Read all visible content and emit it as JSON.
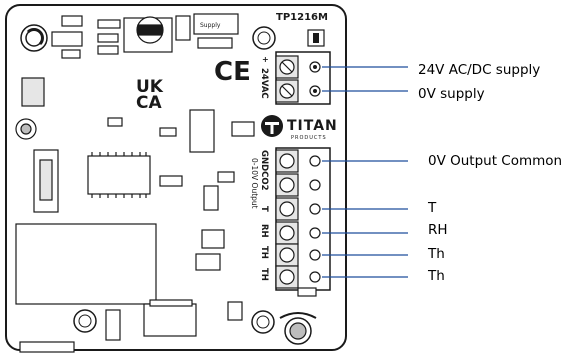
{
  "board": {
    "model": "TP1216M",
    "brand": "TITAN",
    "brand_sub": "PRODUCTS",
    "ce_mark": "CE",
    "ukca_top": "UK",
    "ukca_bottom": "CA",
    "supply_label": "24VAC",
    "supply_plus": "+",
    "supply_minus": "–",
    "output_label_1": "GNDCO2",
    "output_label_2": "0-10V Output",
    "output_minus": "–",
    "output_plus": "+",
    "term_t": "T",
    "term_rh": "RH",
    "term_th_1": "TH",
    "term_th_2": "TH",
    "small_chip_label": "Supply"
  },
  "callouts": [
    {
      "id": "supply-24v",
      "label": "24V AC/DC supply"
    },
    {
      "id": "supply-0v",
      "label": "0V supply"
    },
    {
      "id": "output-common",
      "label": "0V Output Common"
    },
    {
      "id": "out-t",
      "label": "T"
    },
    {
      "id": "out-rh",
      "label": "RH"
    },
    {
      "id": "out-th-1",
      "label": "Th"
    },
    {
      "id": "out-th-2",
      "label": "Th"
    }
  ],
  "colors": {
    "leader_line": "#1f4e9c",
    "outline": "#1a1a1a",
    "fill_dark": "#222222",
    "fill_grey": "#bdbdbd",
    "fill_light": "#e6e6e6"
  }
}
